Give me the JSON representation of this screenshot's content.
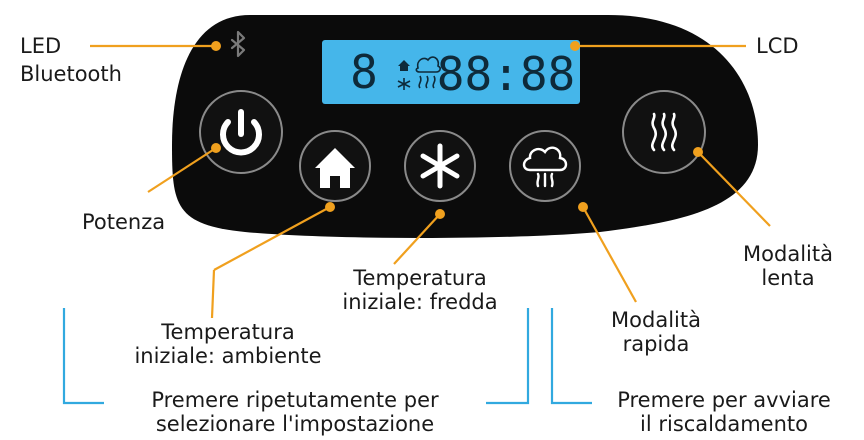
{
  "labels": {
    "led": [
      "LED",
      "Bluetooth"
    ],
    "lcd": "LCD",
    "power": "Potenza",
    "slow_mode": [
      "Modalità",
      "lenta"
    ],
    "cold_start": [
      "Temperatura",
      "iniziale: fredda"
    ],
    "ambient_start": [
      "Temperatura",
      "iniziale: ambiente"
    ],
    "quick_mode": [
      "Modalità",
      "rapida"
    ],
    "repeat_note": [
      "Premere ripetutamente per",
      "selezionare l'impostazione"
    ],
    "heat_note": [
      "Premere per avviare",
      "il riscaldamento"
    ]
  },
  "lcd_display": {
    "digit": "8",
    "time": "88:88"
  },
  "colors": {
    "panel": "#0b0b0b",
    "lcd_bg": "#45b6ea",
    "lcd_segments": "#0e2a3a",
    "button_ring": "#8a8a8a",
    "button_icon": "#ffffff",
    "callout_line": "#f0a01e",
    "bracket_line": "#31a9df"
  },
  "icons": {
    "bluetooth": "bluetooth-icon",
    "power": "power-icon",
    "home": "home-icon",
    "snowflake": "snowflake-icon",
    "rapid": "cloud-steam-icon",
    "slow": "steam-waves-icon"
  }
}
